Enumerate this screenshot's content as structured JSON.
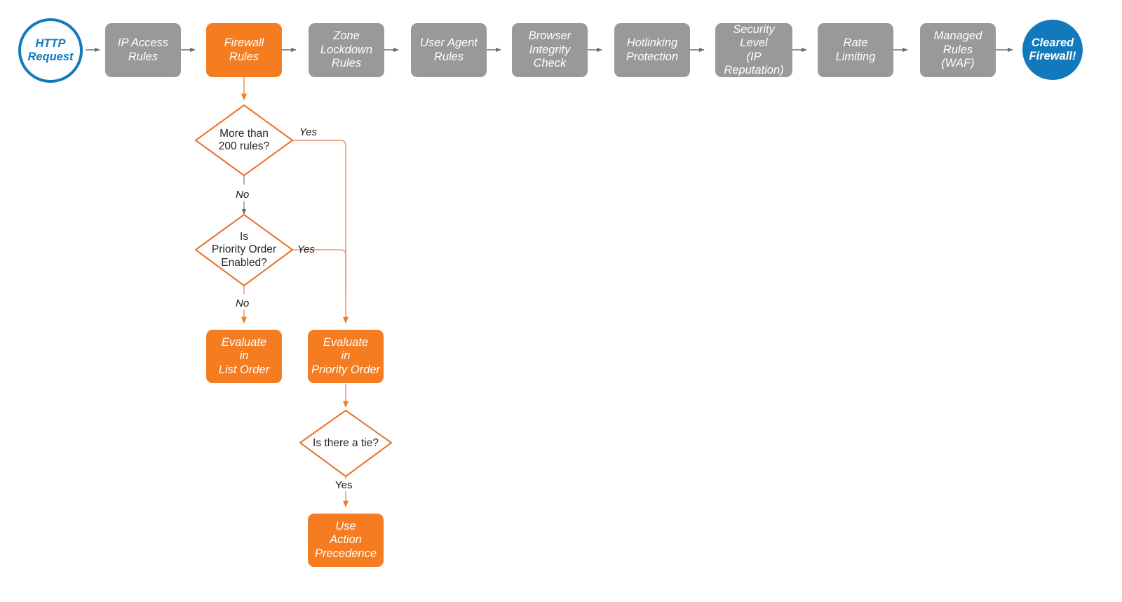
{
  "diagram": {
    "title": "Cloudflare firewall request evaluation order",
    "colors": {
      "gray": "#999999",
      "orange": "#F57C20",
      "orange_line": "#F0936A",
      "blue": "#1379BD",
      "gray_line": "#6E6E6E",
      "text_dark": "#262626"
    },
    "pipeline": [
      {
        "id": "http-request",
        "label": "HTTP\nRequest",
        "shape": "circle-hollow"
      },
      {
        "id": "ip-access-rules",
        "label": "IP Access\nRules",
        "shape": "box-gray"
      },
      {
        "id": "firewall-rules",
        "label": "Firewall\nRules",
        "shape": "box-orange"
      },
      {
        "id": "zone-lockdown-rules",
        "label": "Zone\nLockdown\nRules",
        "shape": "box-gray"
      },
      {
        "id": "user-agent-rules",
        "label": "User Agent\nRules",
        "shape": "box-gray"
      },
      {
        "id": "browser-integrity-check",
        "label": "Browser\nIntegrity\nCheck",
        "shape": "box-gray"
      },
      {
        "id": "hotlinking-protection",
        "label": "Hotlinking\nProtection",
        "shape": "box-gray"
      },
      {
        "id": "security-level",
        "label": "Security\nLevel\n(IP Reputation)",
        "shape": "box-gray"
      },
      {
        "id": "rate-limiting",
        "label": "Rate\nLimiting",
        "shape": "box-gray"
      },
      {
        "id": "managed-rules-waf",
        "label": "Managed\nRules\n(WAF)",
        "shape": "box-gray"
      },
      {
        "id": "cleared-firewall",
        "label": "Cleared\nFirewall!",
        "shape": "circle-filled"
      }
    ],
    "branch": {
      "decision_more_than_200": "More than\n200 rules?",
      "decision_priority_order": "Is\nPriority Order\nEnabled?",
      "decision_tie": "Is there a tie?",
      "evaluate_list_order": "Evaluate\nin\nList Order",
      "evaluate_priority_order": "Evaluate\nin\nPriority Order",
      "use_action_precedence": "Use\nAction\nPrecedence"
    },
    "edge_labels": {
      "yes_200": "Yes",
      "no_200": "No",
      "yes_priority": "Yes",
      "no_priority": "No",
      "yes_tie": "Yes"
    }
  }
}
